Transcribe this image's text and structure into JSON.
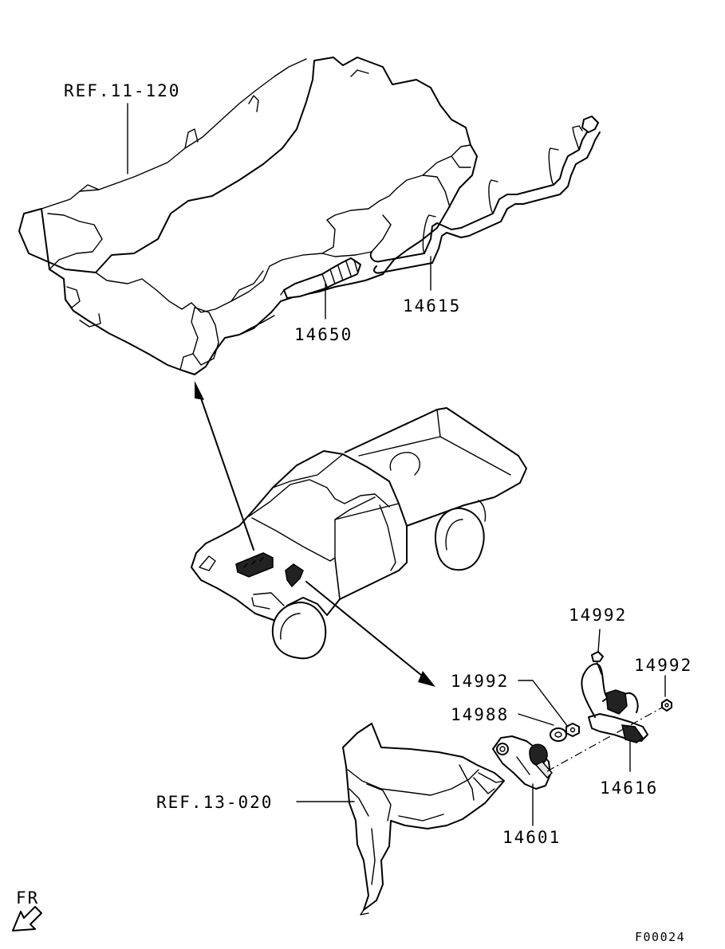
{
  "diagram": {
    "labels": {
      "ref_engine": "REF.11-120",
      "glow_plug": "14650",
      "glow_plug_harness": "14615",
      "ref_flywheel_housing": "REF.13-020",
      "sensor": "14601",
      "washer": "14988",
      "nut_upper": "14992",
      "nut_left": "14992",
      "nut_right": "14992",
      "bracket_harness": "14616",
      "front_marker": "FR",
      "figure_id": "F00024"
    }
  }
}
